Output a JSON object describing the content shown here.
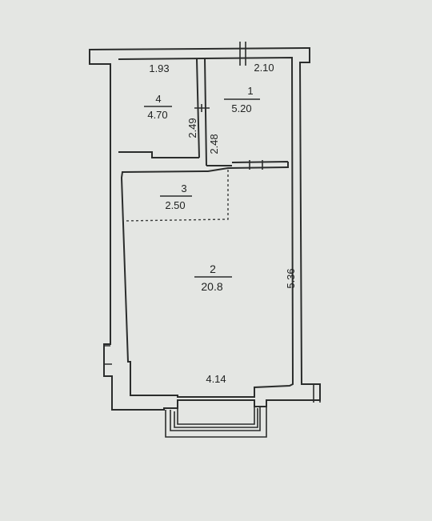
{
  "rooms": [
    {
      "number": "1",
      "area": "5.20"
    },
    {
      "number": "2",
      "area": "20.8"
    },
    {
      "number": "3",
      "area": "2.50"
    },
    {
      "number": "4",
      "area": "4.70"
    }
  ],
  "dimensions": {
    "width_room4": "1.93",
    "width_room1": "2.10",
    "height_room4": "2.49",
    "height_room1": "2.48",
    "length_main": "5.36",
    "width_main": "4.14"
  }
}
